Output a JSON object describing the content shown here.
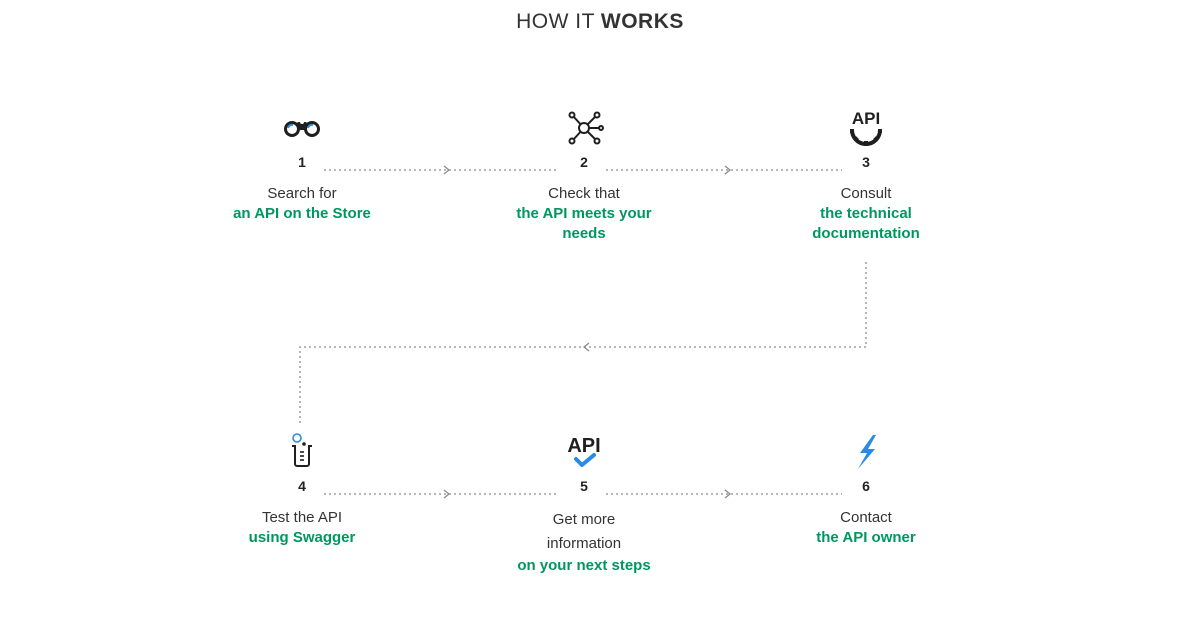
{
  "header": {
    "title_light": "HOW IT ",
    "title_bold": "WORKS"
  },
  "colors": {
    "accent_green": "#00975f",
    "accent_blue": "#2a8be6",
    "icon_dark": "#1f1f1f",
    "line_gray": "#8c8c8c"
  },
  "steps": [
    {
      "number": "1",
      "icon": "binoculars-icon",
      "line1": "Search for",
      "highlight": "an API on the Store"
    },
    {
      "number": "2",
      "icon": "network-nodes-icon",
      "line1": "Check that",
      "highlight": "the API meets your needs"
    },
    {
      "number": "3",
      "icon": "api-gear-icon",
      "line1": "Consult",
      "highlight": "the technical documentation"
    },
    {
      "number": "4",
      "icon": "beaker-icon",
      "line1": "Test the API",
      "highlight": "using Swagger"
    },
    {
      "number": "5",
      "icon": "api-check-icon",
      "line1": "Get more information",
      "highlight": "on your next steps"
    },
    {
      "number": "6",
      "icon": "lightning-icon",
      "line1": "Contact",
      "highlight": "the API owner"
    }
  ]
}
